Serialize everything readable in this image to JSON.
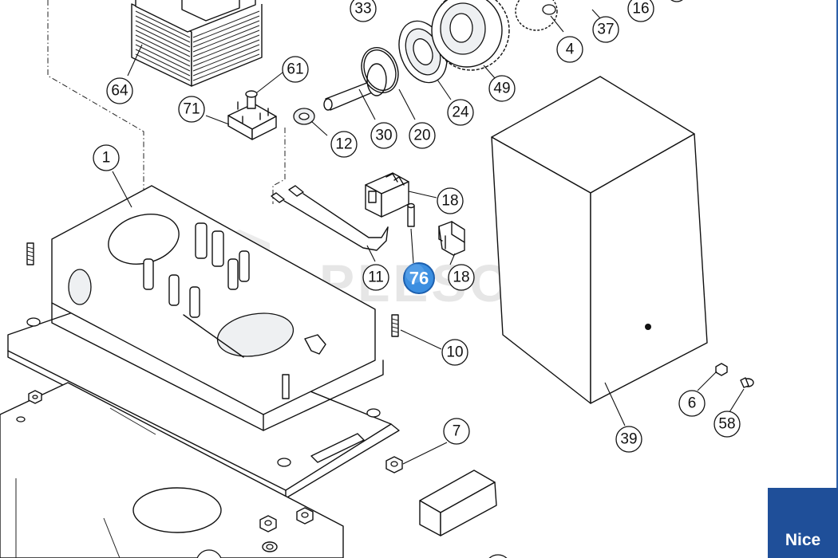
{
  "diagram": {
    "callouts": [
      {
        "id": "c33",
        "label": "33"
      },
      {
        "id": "c16",
        "label": "16"
      },
      {
        "id": "c37",
        "label": "37"
      },
      {
        "id": "c4",
        "label": "4"
      },
      {
        "id": "c49",
        "label": "49"
      },
      {
        "id": "c24",
        "label": "24"
      },
      {
        "id": "c20",
        "label": "20"
      },
      {
        "id": "c30",
        "label": "30"
      },
      {
        "id": "c64",
        "label": "64"
      },
      {
        "id": "c61",
        "label": "61"
      },
      {
        "id": "c71",
        "label": "71"
      },
      {
        "id": "c12",
        "label": "12"
      },
      {
        "id": "c1",
        "label": "1"
      },
      {
        "id": "c18a",
        "label": "18"
      },
      {
        "id": "c18b",
        "label": "18"
      },
      {
        "id": "c11",
        "label": "11"
      },
      {
        "id": "c10",
        "label": "10"
      },
      {
        "id": "c7",
        "label": "7"
      },
      {
        "id": "c6",
        "label": "6"
      },
      {
        "id": "c58",
        "label": "58"
      },
      {
        "id": "c39",
        "label": "39"
      }
    ],
    "highlighted_part": {
      "label": "76",
      "color": "#3b8ee0"
    },
    "watermark": "PLESCOM",
    "logo": "Nice",
    "colors": {
      "logo_bg": "#1f4f99",
      "frame": "#2c5fa8",
      "highlight": "#3b8ee0"
    }
  }
}
